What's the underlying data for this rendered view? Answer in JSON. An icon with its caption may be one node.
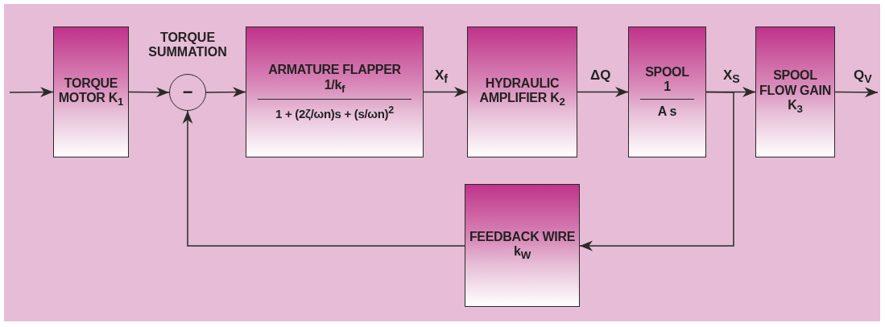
{
  "diagram": {
    "nodes": [
      {
        "text": [
          "TORQUE MOTOR K$_{1}$"
        ]
      },
      {
        "text": [
          "−"
        ],
        "beside": [
          "TORQUE SUMMATION"
        ]
      },
      {
        "text": [
          "ARMATURE FLAPPER",
          "1/k$_{f}$",
          "1 + (2ζ/ωn)s + (s/ωn)$^{2}$"
        ]
      },
      {
        "text": [
          "HYDRAULIC AMPLIFIER K$_{2}$"
        ]
      },
      {
        "text": [
          "SPOOL",
          "1",
          "A s"
        ]
      },
      {
        "text": [
          "SPOOL FLOW GAIN K$_{3}$"
        ]
      },
      {
        "text": [
          "FEEDBACK WIRE k$_{W}$"
        ]
      }
    ],
    "edges": [
      {
        "from": null,
        "to": 0,
        "arrow": "to"
      },
      {
        "from": 0,
        "to": 1,
        "arrow": "to"
      },
      {
        "from": 1,
        "to": 2,
        "arrow": "to"
      },
      {
        "from": 2,
        "to": 3,
        "arrow": "to",
        "label": "X$_{f}$"
      },
      {
        "from": 3,
        "to": 4,
        "arrow": "to",
        "label": "ΔQ"
      },
      {
        "from": 4,
        "to": 5,
        "arrow": "to",
        "label": "X$_{S}$"
      },
      {
        "from": 5,
        "to": null,
        "arrow": "to",
        "label": "Q$_{V}$"
      },
      {
        "from": 4,
        "to": 6,
        "arrow": "to"
      },
      {
        "from": 6,
        "to": 1,
        "arrow": "to"
      }
    ]
  }
}
